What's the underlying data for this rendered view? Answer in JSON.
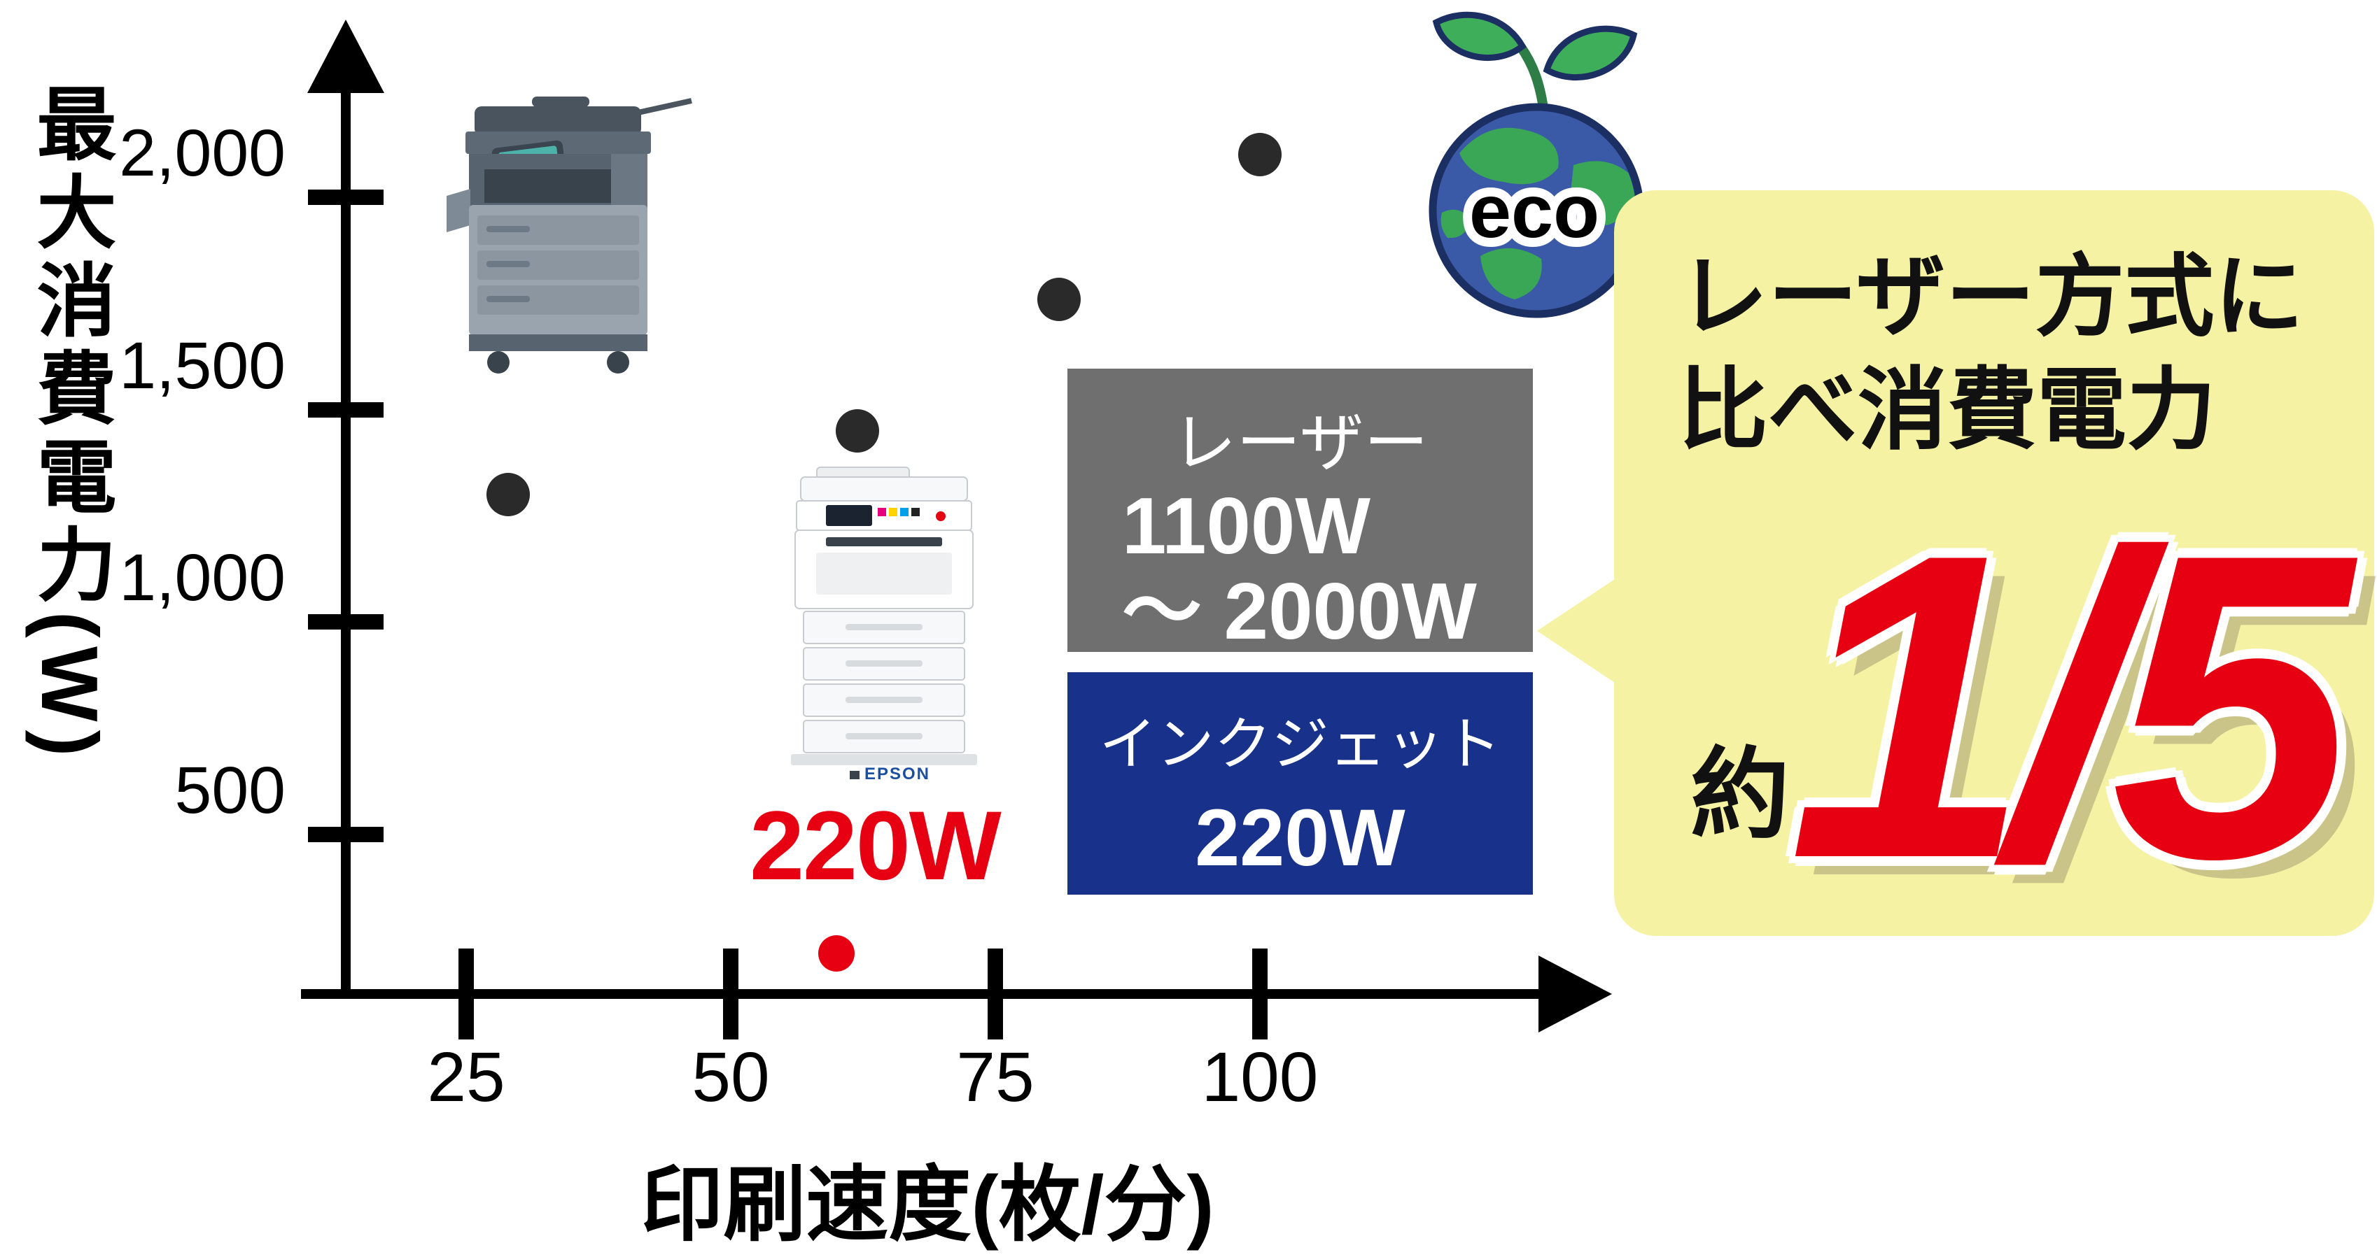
{
  "chart_data": {
    "type": "scatter",
    "title": "",
    "x_axis": {
      "label": "印刷速度(枚/分)",
      "tick_labels": [
        "25",
        "50",
        "75",
        "100"
      ],
      "tick_values": [
        25,
        50,
        75,
        100
      ],
      "range": [
        15,
        115
      ]
    },
    "y_axis": {
      "label": "最大消費電力(W)",
      "tick_labels": [
        "2,000",
        "1,500",
        "1,000",
        "500"
      ],
      "tick_values": [
        2000,
        1500,
        1000,
        500
      ],
      "range": [
        0,
        2300
      ]
    },
    "grid": false,
    "series": [
      {
        "name": "laser",
        "color": "#2a2a2a",
        "points": [
          {
            "x": 29,
            "y": 1300
          },
          {
            "x": 62,
            "y": 1450
          },
          {
            "x": 81,
            "y": 1760
          },
          {
            "x": 100,
            "y": 2100
          }
        ]
      },
      {
        "name": "inkjet",
        "color": "#e60012",
        "points": [
          {
            "x": 60,
            "y": 220
          }
        ]
      }
    ]
  },
  "annotations": {
    "inkjet_watt_label": "220W",
    "laser_box": {
      "title": "レーザー",
      "watt_line1": "1100W",
      "watt_line2": "〜 2000W"
    },
    "inkjet_box": {
      "title": "インクジェット",
      "watt": "220W"
    },
    "eco_badge": "eco",
    "callout": {
      "line1": "レーザー方式に",
      "line2": "比べ消費電力",
      "prefix": "約",
      "fraction": "1/5"
    },
    "inkjet_brand": "EPSON"
  },
  "colors": {
    "accent_red": "#e60012",
    "laser_box_bg": "#6f6f6f",
    "inkjet_box_bg": "#18328c",
    "callout_bg": "#f6f2a3",
    "axis": "#000000",
    "dot": "#2a2a2a"
  },
  "icons": {
    "eco_globe": "earth-with-sprout-icon",
    "laser_printer": "laser-copier-illustration",
    "inkjet_printer": "inkjet-printer-illustration"
  }
}
